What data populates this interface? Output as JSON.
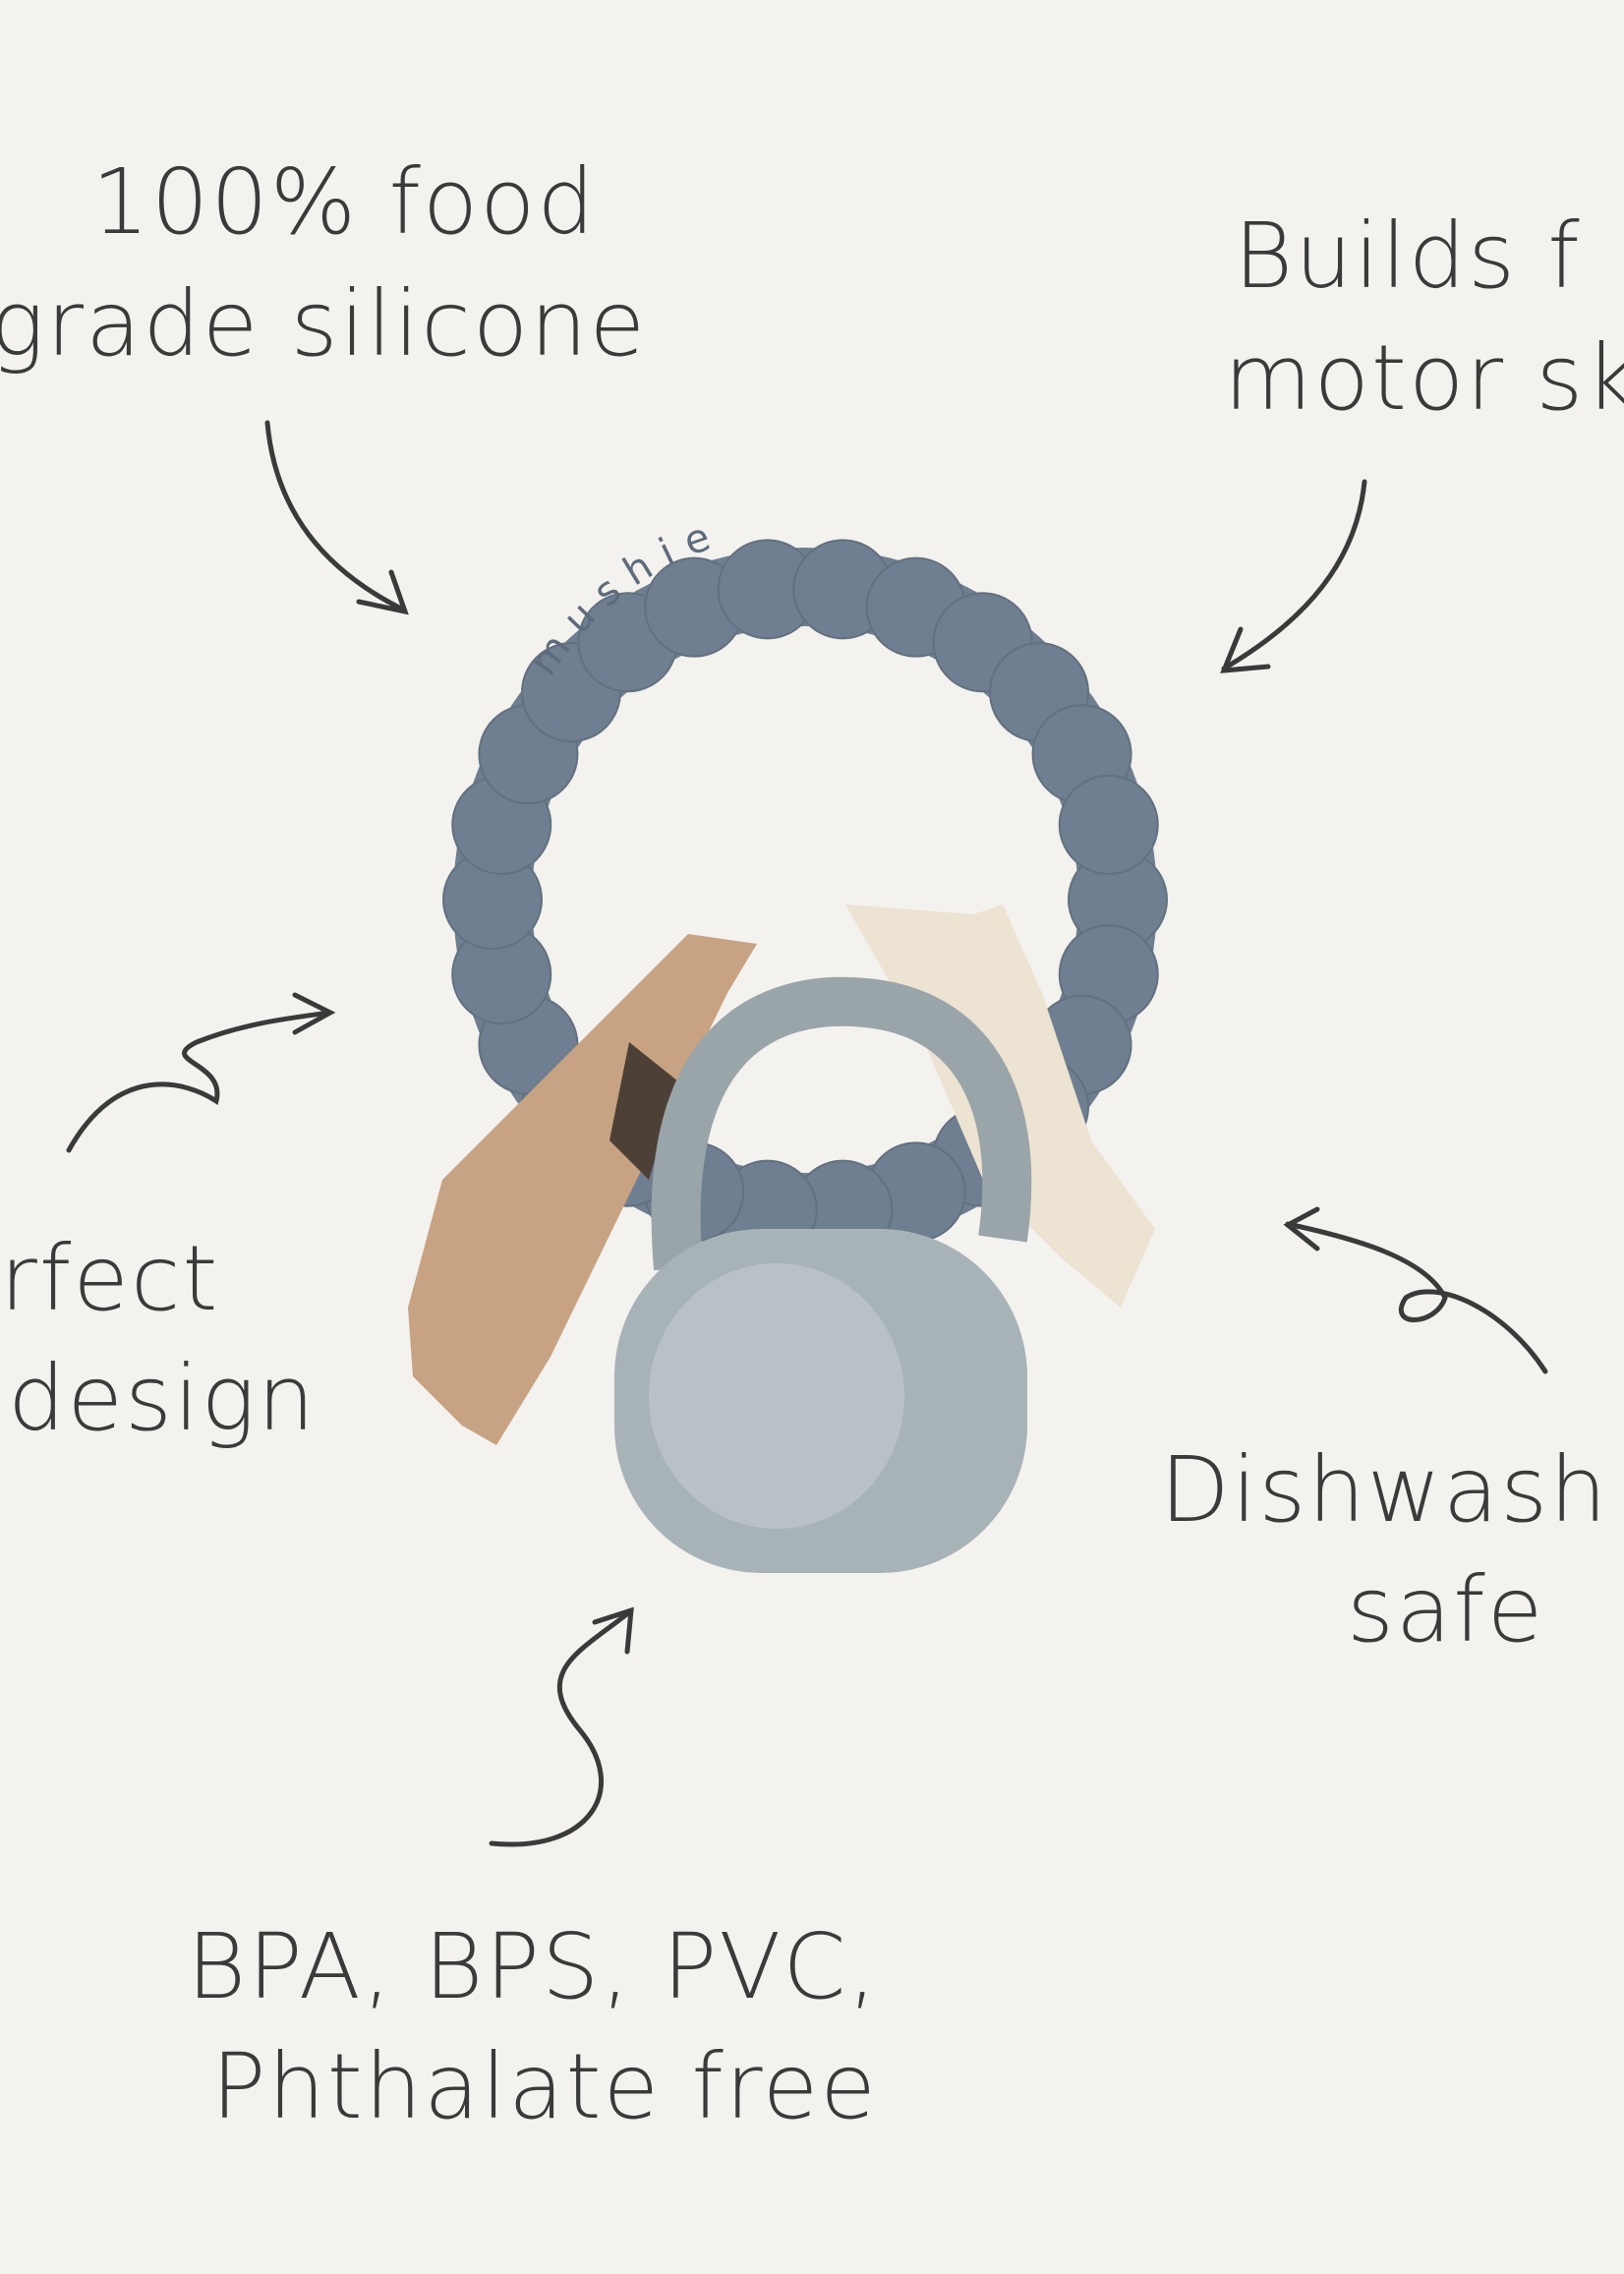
{
  "brand_on_ring": "mushie",
  "annotations": {
    "silicone": {
      "line1": "100% food",
      "line2": "grade silicone"
    },
    "motor": {
      "line1": "Builds f",
      "line2": "motor sk"
    },
    "design": {
      "line1": "rfect",
      "line2": "design"
    },
    "dishwasher": {
      "line1": "Dishwash",
      "line2": "safe"
    },
    "bpa": {
      "line1": "BPA, BPS, PVC,",
      "line2": "Phthalate free"
    }
  },
  "colors": {
    "background": "#f4f2ee",
    "ring": "#6f7e90",
    "rocket": "#c7a383",
    "star": "#ede3d2",
    "astronaut": "#a8b3b8",
    "ink": "#3a3a3a"
  }
}
